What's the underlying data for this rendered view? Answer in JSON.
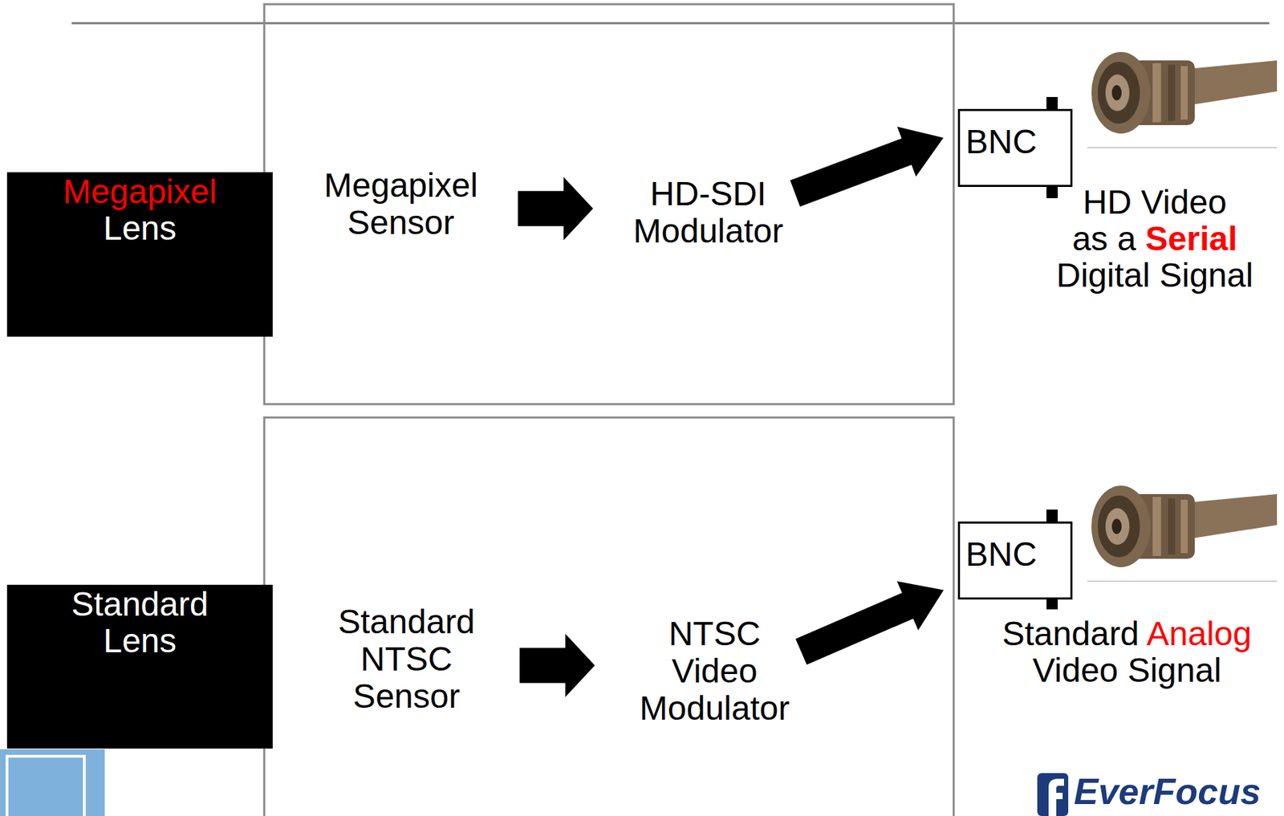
{
  "diagram": {
    "nodes": [
      {
        "text": [
          "Megapixel Lens"
        ]
      },
      {
        "text": [
          "Megapixel Sensor"
        ]
      },
      {
        "text": [
          "HD-SDI Modulator"
        ]
      },
      {
        "text": [
          "BNC"
        ]
      },
      {
        "text": [
          "Standard Lens"
        ]
      },
      {
        "text": [
          "Standard NTSC Sensor"
        ]
      },
      {
        "text": [
          "NTSC Video Modulator"
        ]
      },
      {
        "text": [
          "BNC"
        ]
      }
    ],
    "edges": [
      {
        "from": 1,
        "to": 2,
        "arrow": "to"
      },
      {
        "from": 2,
        "to": 3,
        "arrow": "to"
      },
      {
        "from": 5,
        "to": 6,
        "arrow": "to"
      },
      {
        "from": 6,
        "to": 7,
        "arrow": "to"
      }
    ],
    "labels": [
      "HD Video as a Serial Digital Signal",
      "Standard Analog Video Signal",
      "EverFocus"
    ]
  }
}
